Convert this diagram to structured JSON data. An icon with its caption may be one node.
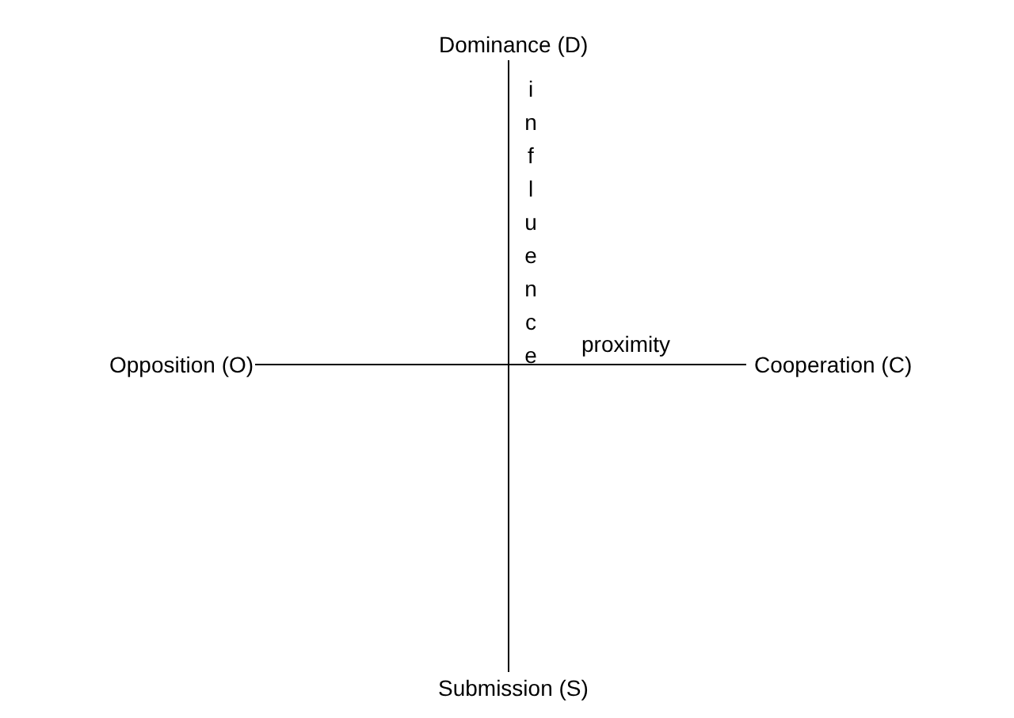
{
  "diagram": {
    "nodes": [
      {
        "text": [
          "Dominance (D)"
        ]
      },
      {
        "text": [
          "Opposition (O)"
        ]
      },
      {
        "text": [
          "Cooperation (C)"
        ]
      },
      {
        "text": [
          "Submission (S)"
        ]
      }
    ],
    "edges": [
      {
        "from": 0,
        "to": 3,
        "arrow": "none",
        "label": "influence"
      },
      {
        "from": 1,
        "to": 2,
        "arrow": "none",
        "label": "proximity"
      }
    ]
  }
}
